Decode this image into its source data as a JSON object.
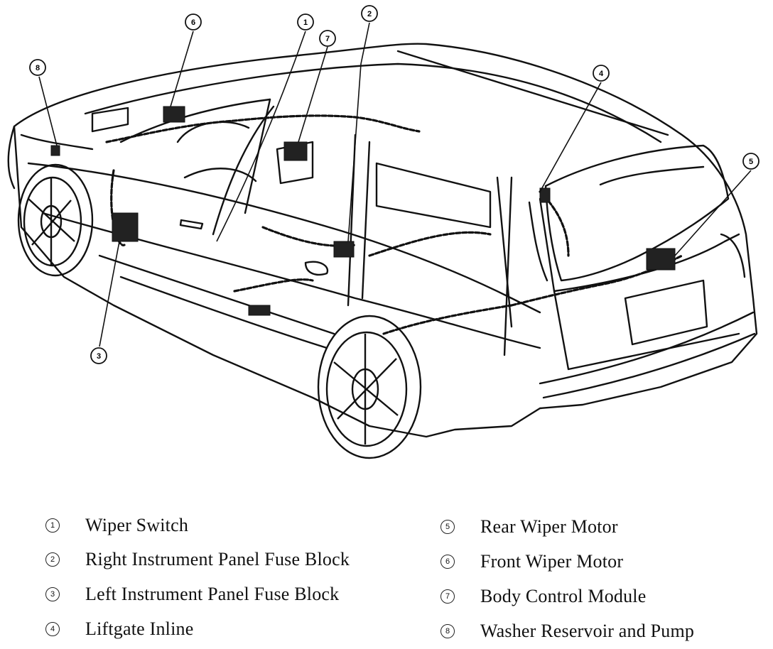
{
  "diagram": {
    "callouts": [
      {
        "num": "1"
      },
      {
        "num": "2"
      },
      {
        "num": "3"
      },
      {
        "num": "4"
      },
      {
        "num": "5"
      },
      {
        "num": "6"
      },
      {
        "num": "7"
      },
      {
        "num": "8"
      }
    ]
  },
  "legend": {
    "items": [
      {
        "num": "1",
        "label": "Wiper Switch"
      },
      {
        "num": "2",
        "label": "Right Instrument Panel Fuse Block"
      },
      {
        "num": "3",
        "label": "Left Instrument Panel Fuse Block"
      },
      {
        "num": "4",
        "label": "Liftgate Inline"
      },
      {
        "num": "5",
        "label": "Rear Wiper Motor"
      },
      {
        "num": "6",
        "label": "Front Wiper Motor"
      },
      {
        "num": "7",
        "label": "Body Control Module"
      },
      {
        "num": "8",
        "label": "Washer Reservoir and Pump"
      }
    ]
  }
}
